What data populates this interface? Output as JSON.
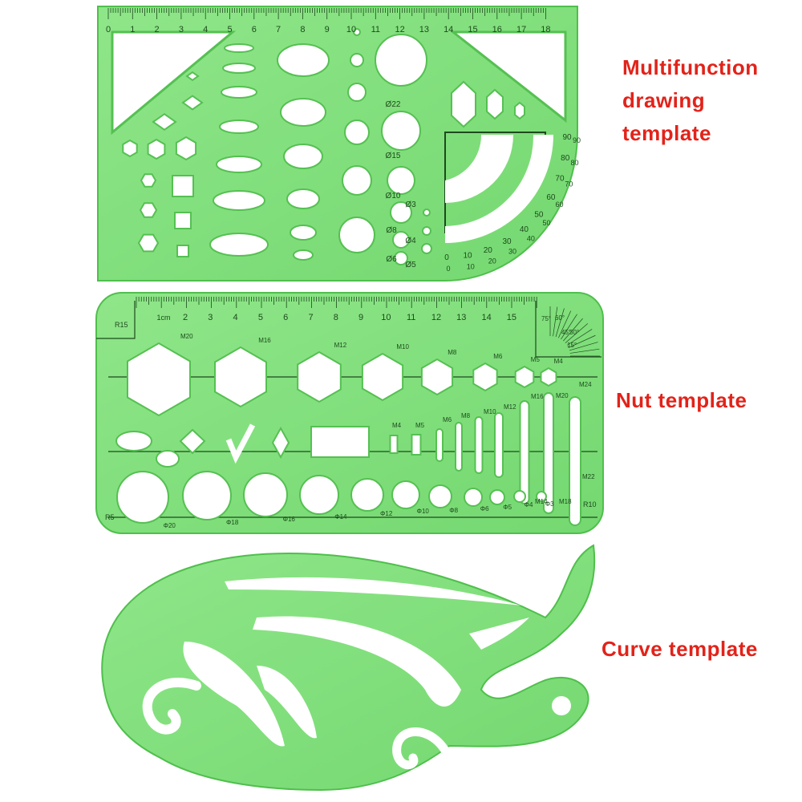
{
  "captions": {
    "multifunction": [
      "Multifunction",
      "drawing",
      "template"
    ],
    "nut": "Nut template",
    "curve": "Curve template"
  },
  "colors": {
    "plastic": "#86e07f",
    "plastic_edge": "#4fbf4c",
    "caption": "#e2231a",
    "marking": "#1d4a1d"
  },
  "multifunction_template": {
    "ruler_numbers": [
      "0",
      "1",
      "2",
      "3",
      "4",
      "5",
      "6",
      "7",
      "8",
      "9",
      "10",
      "11",
      "12",
      "13",
      "14",
      "15",
      "16",
      "17",
      "18"
    ],
    "circle_labels": [
      "Ø22",
      "Ø15",
      "Ø10",
      "Ø8",
      "Ø6",
      "Ø3",
      "Ø4",
      "Ø5"
    ],
    "protractor_inner": [
      "0",
      "10",
      "20",
      "30",
      "40",
      "50",
      "60",
      "70",
      "80",
      "90"
    ],
    "protractor_outer": [
      "90",
      "80",
      "70",
      "60",
      "50",
      "40",
      "30",
      "20",
      "10",
      "0"
    ]
  },
  "nut_template": {
    "corner_labels": [
      "R15",
      "R5",
      "R10"
    ],
    "ruler_numbers": [
      "1cm",
      "2",
      "3",
      "4",
      "5",
      "6",
      "7",
      "8",
      "9",
      "10",
      "11",
      "12",
      "13",
      "14",
      "15"
    ],
    "angle_labels": [
      "75°",
      "60°",
      "45°",
      "30°",
      "15°"
    ],
    "hex_labels": [
      "M20",
      "M16",
      "M12",
      "M10",
      "M8",
      "M6",
      "M5",
      "M4"
    ],
    "slot_labels": [
      "M4",
      "M5",
      "M6",
      "M8",
      "M10",
      "M12",
      "M16",
      "M20",
      "M24",
      "M14",
      "M18",
      "M22"
    ],
    "circle_labels": [
      "Φ20",
      "Φ18",
      "Φ16",
      "Φ14",
      "Φ12",
      "Φ10",
      "Φ8",
      "Φ6",
      "Φ5",
      "Φ4",
      "Φ3"
    ]
  }
}
